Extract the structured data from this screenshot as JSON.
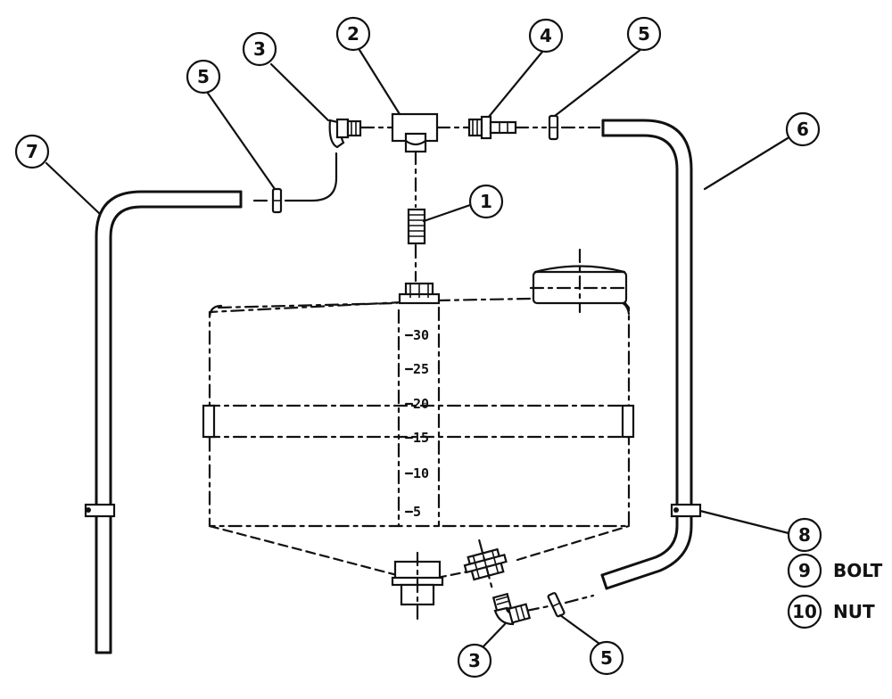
{
  "callouts": [
    {
      "id": "c1",
      "label": "1"
    },
    {
      "id": "c2",
      "label": "2"
    },
    {
      "id": "c3a",
      "label": "3"
    },
    {
      "id": "c4",
      "label": "4"
    },
    {
      "id": "c5a",
      "label": "5"
    },
    {
      "id": "c5b",
      "label": "5"
    },
    {
      "id": "c6",
      "label": "6"
    },
    {
      "id": "c7",
      "label": "7"
    },
    {
      "id": "c8",
      "label": "8"
    },
    {
      "id": "c9",
      "label": "9"
    },
    {
      "id": "c10",
      "label": "10"
    },
    {
      "id": "c3b",
      "label": "3"
    },
    {
      "id": "c5c",
      "label": "5"
    }
  ],
  "legend": {
    "bolt": "BOLT",
    "nut": "NUT"
  },
  "scale": [
    "30",
    "25",
    "20",
    "15",
    "10",
    "5"
  ],
  "colors": {
    "ink": "#111111",
    "paper": "#ffffff"
  }
}
